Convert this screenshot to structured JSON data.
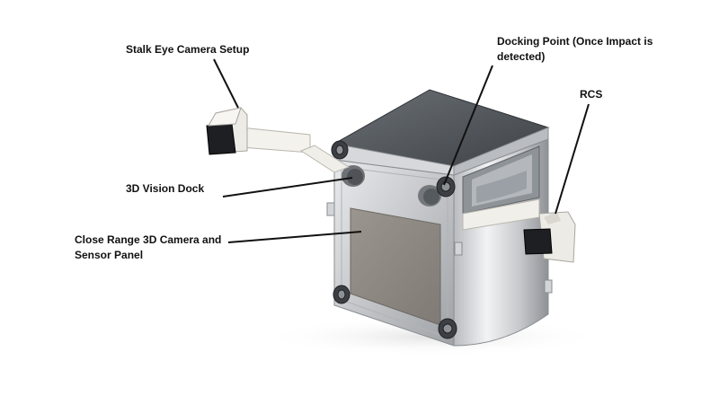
{
  "diagram": {
    "labels": {
      "stalk_eye": "Stalk Eye Camera Setup",
      "docking_line1": "Docking Point (Once Impact is",
      "docking_line2": "detected)",
      "rcs": "RCS",
      "vision_dock": "3D Vision Dock",
      "close_range_line1": "Close Range 3D Camera and",
      "close_range_line2": "Sensor Panel"
    },
    "colors": {
      "text": "#111111",
      "leader": "#111111",
      "body_metal": "#c9cbce",
      "top_panel": "#555a5f",
      "sensor_panel": "#8f8a85",
      "arm": "#f2f0ea",
      "camera": "#1e1f22"
    }
  }
}
